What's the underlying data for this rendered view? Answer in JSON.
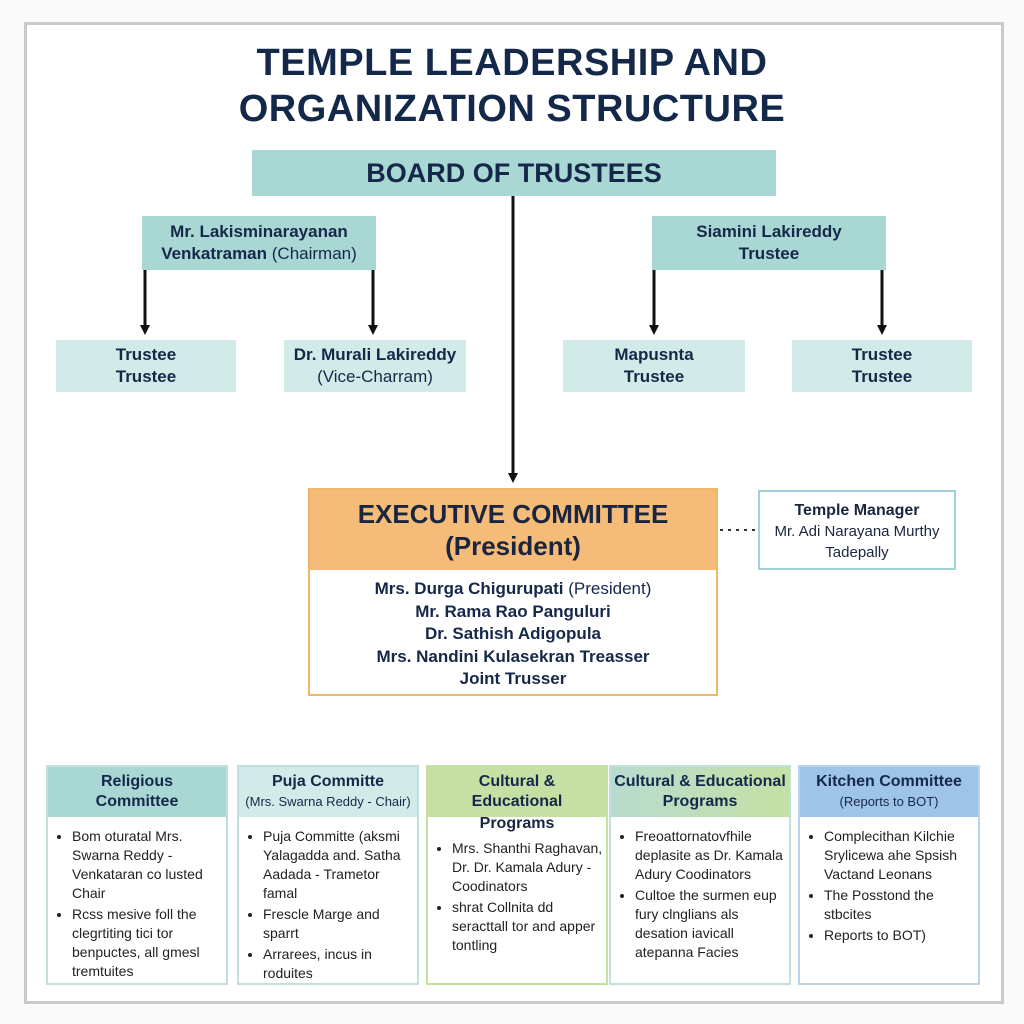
{
  "title": {
    "line1": "TEMPLE LEADERSHIP AND",
    "line2": "ORGANIZATION STRUCTURE"
  },
  "board": {
    "label": "BOARD OF TRUSTEES"
  },
  "chairman": {
    "line1": "Mr. Lakisminarayanan",
    "line2_name": "Venkatraman",
    "line2_role": "(Chairman)"
  },
  "trustee_right": {
    "line1": "Siamini Lakireddy",
    "line2": "Trustee"
  },
  "sub_boxes": [
    {
      "line1": "Trustee",
      "line2": "Trustee"
    },
    {
      "line1": "Dr. Murali Lakireddy",
      "line2": "(Vice-Charram)"
    },
    {
      "line1": "Mapusnta",
      "line2": "Trustee"
    },
    {
      "line1": "Trustee",
      "line2": "Trustee"
    }
  ],
  "executive": {
    "title_line1": "EXECUTIVE COMMITTEE",
    "title_line2": "(President)",
    "members": [
      {
        "name": "Mrs. Durga Chigurupati",
        "role": "(President)"
      },
      {
        "name": "Mr. Rama Rao Panguluri",
        "role": ""
      },
      {
        "name": "Dr. Sathish Adigopula",
        "role": ""
      },
      {
        "name": "Mrs. Nandini Kulasekran Treasser",
        "role": ""
      },
      {
        "name": "Joint Trusser",
        "role": ""
      }
    ]
  },
  "manager": {
    "title": "Temple Manager",
    "line1": "Mr. Adi Narayana Murthy",
    "line2": "Tadepally"
  },
  "committees": [
    {
      "head_line1": "Religious",
      "head_line2": "Committee",
      "sub": "",
      "items": [
        "Bom oturatal Mrs. Swarna Reddy - Venkataran co lusted Chair",
        "Rcss mesive foll the clegrtiting tici tor benpuctes, all gmesl tremtuites"
      ]
    },
    {
      "head_line1": "Puja Committe",
      "head_line2": "",
      "sub": "(Mrs. Swarna Reddy - Chair)",
      "items": [
        "Puja Committe (aksmi Yalagadda and. Satha Aadada - Trametor famal",
        "Frescle Marge and sparrt",
        "Arrarees, incus in roduites"
      ]
    },
    {
      "head_line1": "Cultural &",
      "head_line2": "Educational",
      "sub": "",
      "items": [
        "Programs",
        "Mrs. Shanthi Raghavan, Dr. Dr. Kamala Adury - Coodinators",
        "shrat Collnita dd seracttall tor and apper tontling"
      ]
    },
    {
      "head_line1": "Cultural & Educational",
      "head_line2": "Programs",
      "sub": "",
      "items": [
        "Freoattornatovfhile deplasite as Dr. Kamala Adury Coodinators",
        "Cultoe the surmen eup fury clnglians als desation iavicall atepanna Facies"
      ]
    },
    {
      "head_line1": "Kitchen Committee",
      "head_line2": "",
      "sub": "(Reports to BOT)",
      "items": [
        "Complecithan Kilchie Srylicewa ahe Spsish Vactand Leonans",
        "The Posstond the stbcites",
        "Reports to BOT)"
      ]
    }
  ],
  "colors": {
    "teal": "#a9d7d3",
    "light_teal": "#d3ebe8",
    "orange": "#f5bb78",
    "green": "#c6e0a4",
    "blue": "#9ec4e8",
    "title": "#14284a"
  }
}
